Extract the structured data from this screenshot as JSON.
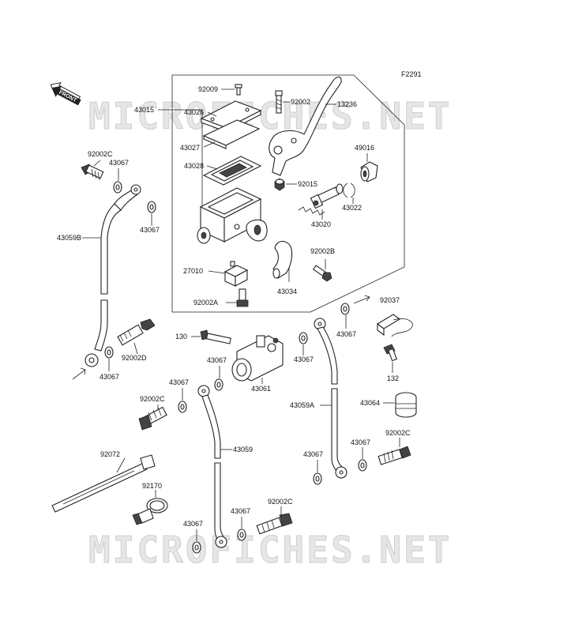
{
  "diagram": {
    "figure_code": "F2291",
    "front_badge": "FRONT",
    "watermark": "MICROFICHES.NET",
    "labels": {
      "p92009": "92009",
      "p92002_top": "92002",
      "p13236": "13236",
      "p43015": "43015",
      "p43026": "43026",
      "p43027": "43027",
      "p43028": "43028",
      "p49016": "49016",
      "p92015": "92015",
      "p43022": "43022",
      "p43020": "43020",
      "p92002B": "92002B",
      "p27010": "27010",
      "p43034": "43034",
      "p92002A": "92002A",
      "p92002C_a": "92002C",
      "p43067_a": "43067",
      "p43067_b": "43067",
      "p43059B": "43059B",
      "p43067_c": "43067",
      "p92002D": "92002D",
      "p130": "130",
      "p43067_d": "43067",
      "p43061": "43061",
      "p43067_e": "43067",
      "p43067_f": "43067",
      "p92037": "92037",
      "p132": "132",
      "p43067_g": "43067",
      "p92002C_b": "92002C",
      "p43059A": "43059A",
      "p43064": "43064",
      "p43059": "43059",
      "p43067_h": "43067",
      "p92002C_c": "92002C",
      "p43067_i": "43067",
      "p92072": "92072",
      "p92170": "92170",
      "p43067_j": "43067",
      "p43067_k": "43067",
      "p92002C_d": "92002C"
    }
  }
}
